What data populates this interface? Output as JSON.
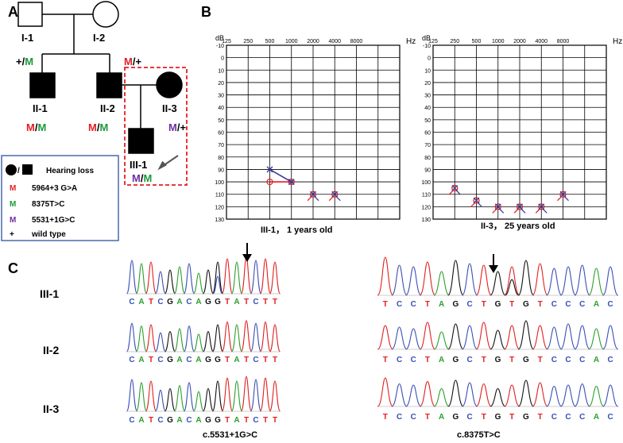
{
  "colors": {
    "red": "#e31e24",
    "green": "#1a9a3c",
    "purple": "#7030a0",
    "blue_line": "#3a3a99",
    "box_blue": "#4a6aaa",
    "dash_red": "#e31e24",
    "trace_A": "#2ca02c",
    "trace_C": "#3b4fb5",
    "trace_G": "#111111",
    "trace_T": "#e02020"
  },
  "panelA": {
    "label": "A",
    "individuals": {
      "I1": {
        "id": "I-1",
        "g1": "+",
        "g2": "M"
      },
      "I2": {
        "id": "I-2",
        "g1": "M",
        "g2": "+"
      },
      "II1": {
        "id": "II-1",
        "g1": "M",
        "g2": "M"
      },
      "II2": {
        "id": "II-2",
        "g1": "M",
        "g2": "M"
      },
      "II3": {
        "id": "II-3",
        "g1": "M",
        "g2": "+"
      },
      "III1": {
        "id": "III-1",
        "g1": "M",
        "g2": "M"
      }
    },
    "slash": "/",
    "legend": {
      "hearing_loss": "Hearing loss",
      "m1_symbol": "M",
      "m1_text": "5964+3 G>A",
      "m2_symbol": "M",
      "m2_text": "8375T>C",
      "m3_symbol": "M",
      "m3_text": "5531+1G>C",
      "wt_symbol": "+",
      "wt_text": "wild type"
    }
  },
  "panelB": {
    "label": "B",
    "freq_labels": [
      "125",
      "250",
      "500",
      "1000",
      "2000",
      "4000",
      "8000"
    ],
    "db_labels": [
      "-10",
      "0",
      "10",
      "20",
      "30",
      "40",
      "50",
      "60",
      "70",
      "80",
      "90",
      "100",
      "110",
      "120",
      "130"
    ],
    "unit_db": "dB",
    "unit_hz": "Hz",
    "left_caption": "III-1，  1 years old",
    "right_caption": "II-3，  25 years old"
  },
  "chart_data": [
    {
      "type": "line",
      "title": "III-1，  1 years old",
      "xlabel": "Hz",
      "ylabel": "dB",
      "x": [
        "125",
        "250",
        "500",
        "1000",
        "2000",
        "4000",
        "8000"
      ],
      "ylim": [
        130,
        -10
      ],
      "series": [
        {
          "values": [
            null,
            null,
            100,
            100,
            null,
            null,
            null
          ]
        },
        {
          "values": [
            null,
            null,
            90,
            100,
            null,
            null,
            null
          ]
        },
        {
          "values": [
            null,
            null,
            null,
            null,
            110,
            110,
            null
          ]
        }
      ]
    },
    {
      "type": "line",
      "title": "II-3，  25 years old",
      "xlabel": "Hz",
      "ylabel": "dB",
      "x": [
        "125",
        "250",
        "500",
        "1000",
        "2000",
        "4000",
        "8000"
      ],
      "ylim": [
        130,
        -10
      ],
      "series": [
        {
          "values": [
            null,
            105,
            115,
            120,
            120,
            120,
            110
          ]
        }
      ]
    }
  ],
  "panelC": {
    "label": "C",
    "rows": [
      "III-1",
      "II-2",
      "II-3"
    ],
    "left_seq": [
      "C",
      "A",
      "T",
      "C",
      "G",
      "A",
      "C",
      "A",
      "G",
      "G",
      "T",
      "A",
      "T",
      "C",
      "T",
      "T"
    ],
    "right_seq": [
      "T",
      "C",
      "C",
      "T",
      "A",
      "G",
      "C",
      "T",
      "G",
      "T",
      "G",
      "T",
      "C",
      "C",
      "C",
      "A",
      "C"
    ],
    "left_caption": "c.5531+1G>C",
    "right_caption": "c.8375T>C"
  }
}
